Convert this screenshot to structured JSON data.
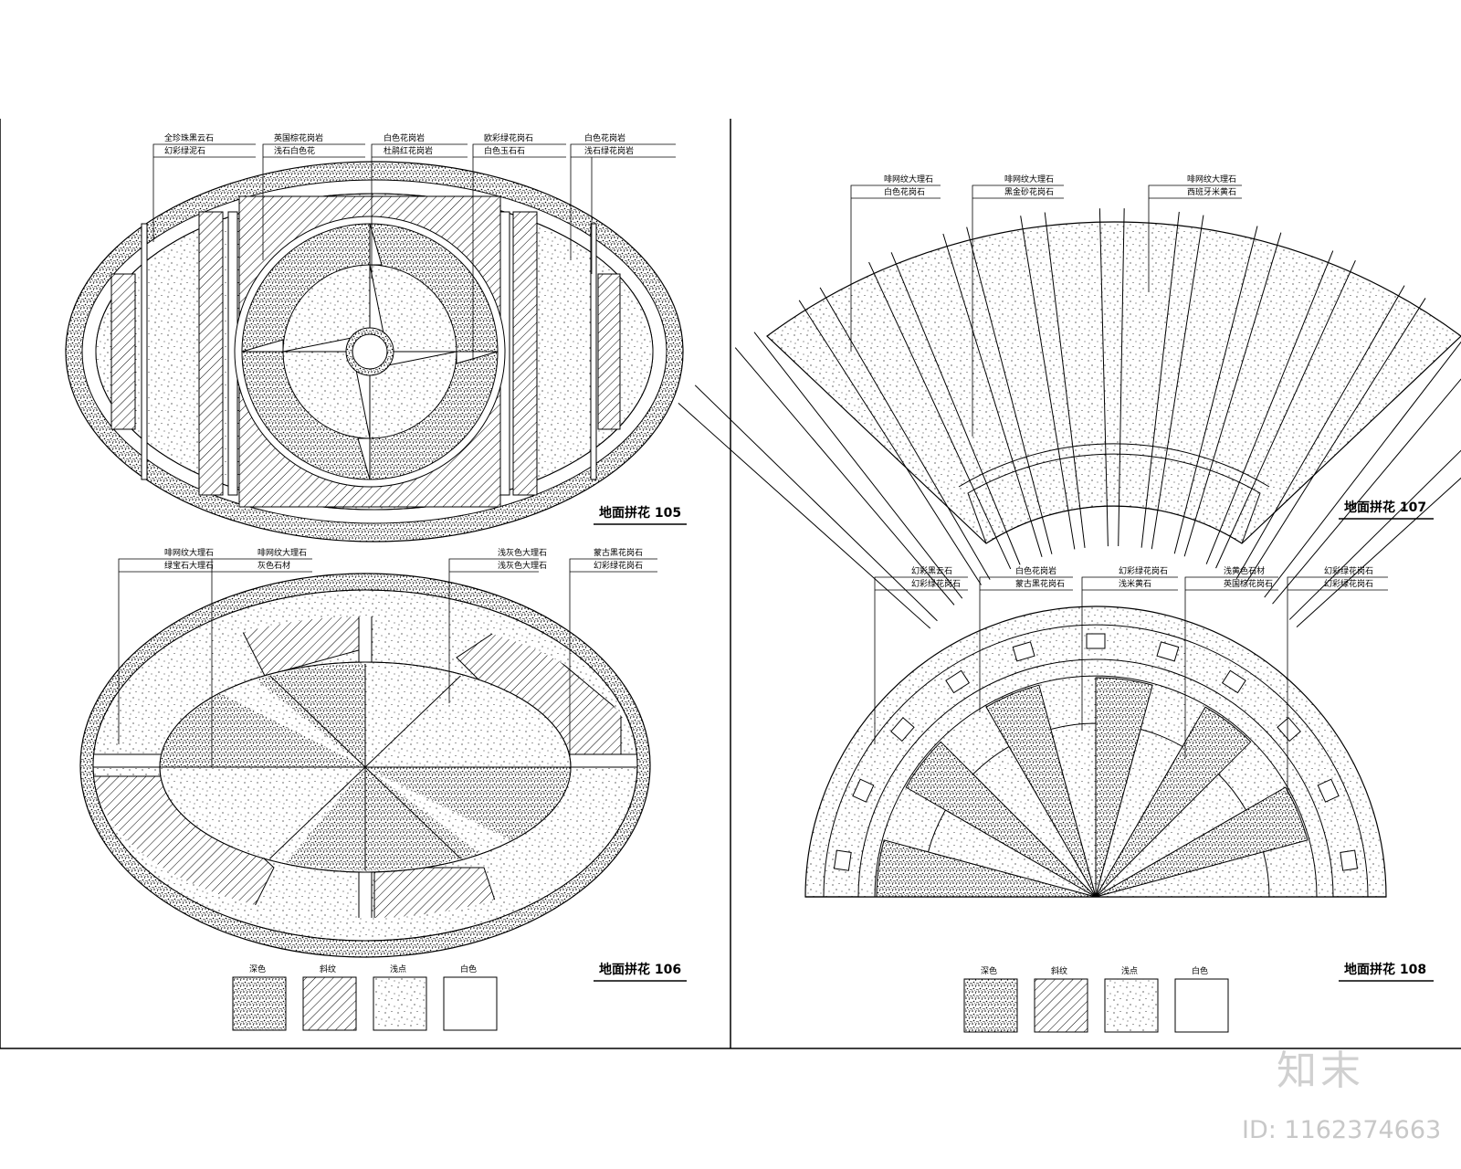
{
  "diagrams": [
    {
      "title": "地面拼花 105",
      "labels": [
        "全珍珠黑云石",
        "幻彩绿泥石",
        "英国棕花岗岩",
        "浅石白色花",
        "白色花岗岩",
        "杜鹃红花岗岩",
        "欧彩绿花岗石",
        "白色玉石石",
        "白色花岗岩",
        "浅石绿花岗岩"
      ]
    },
    {
      "title": "地面拼花 106",
      "labels": [
        "啡网纹大理石",
        "绿宝石大理石",
        "啡网纹大理石",
        "灰色石材",
        "浅灰色大理石",
        "浅灰色大理石",
        "蒙古黑花岗石",
        "幻彩绿花岗石"
      ]
    },
    {
      "title": "地面拼花 107",
      "labels": [
        "啡网纹大理石",
        "白色花岗石",
        "啡网纹大理石",
        "黑金砂花岗石",
        "啡网纹大理石",
        "西班牙米黄石"
      ]
    },
    {
      "title": "地面拼花 108",
      "labels": [
        "幻彩黑云石",
        "幻彩绿花岗石",
        "白色花岗岩",
        "蒙古黑花岗石",
        "幻彩绿花岗石",
        "浅米黄石",
        "浅黄色石材",
        "英国棕花岗石",
        "幻彩绿花岗石",
        "幻彩绿花岗石"
      ]
    }
  ],
  "legend": [
    {
      "label": "深色"
    },
    {
      "label": "斜纹"
    },
    {
      "label": "浅点"
    },
    {
      "label": "白色"
    }
  ],
  "watermark": {
    "brand": "知末",
    "id_text": "ID: 1162374663"
  }
}
